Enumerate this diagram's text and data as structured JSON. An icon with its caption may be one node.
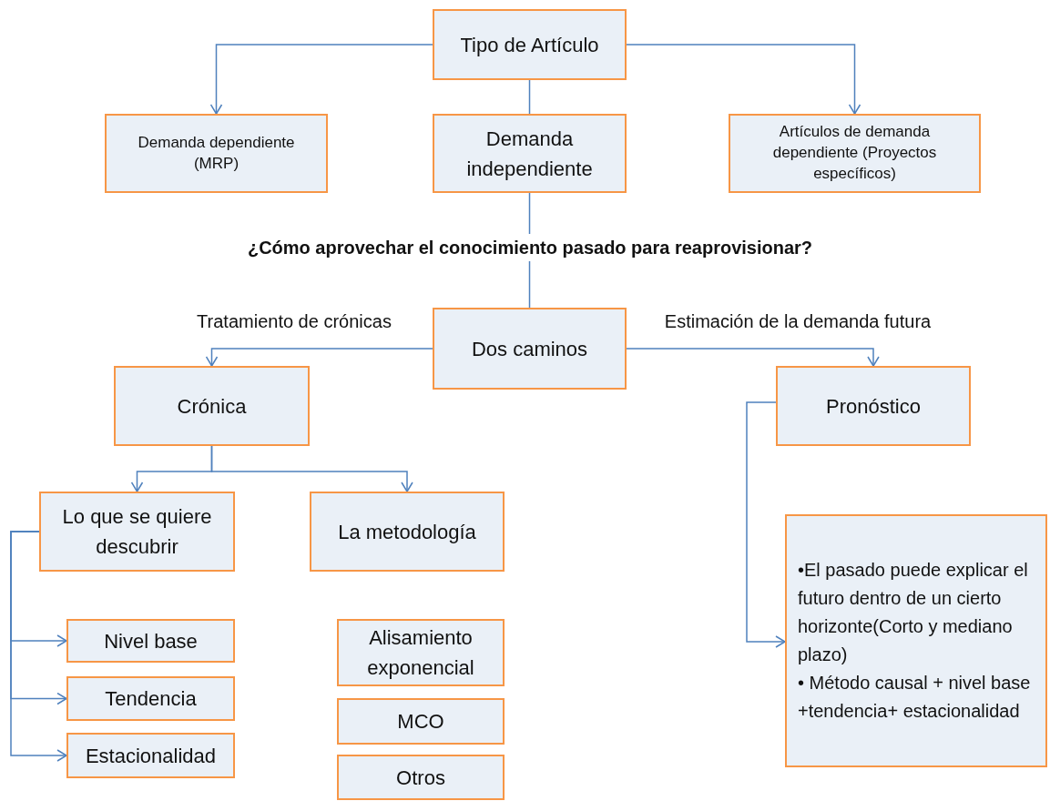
{
  "diagram": {
    "nodes": [
      {
        "text": [
          "Tipo de Artículo"
        ]
      },
      {
        "text": [
          "Demanda dependiente (MRP)"
        ]
      },
      {
        "text": [
          "Demanda independiente"
        ]
      },
      {
        "text": [
          "Artículos de demanda dependiente (Proyectos específicos)"
        ]
      },
      {
        "text": [
          "Dos caminos"
        ]
      },
      {
        "text": [
          "Crónica"
        ]
      },
      {
        "text": [
          "Pronóstico"
        ]
      },
      {
        "text": [
          "Lo que se quiere descubrir"
        ]
      },
      {
        "text": [
          "La metodología"
        ]
      },
      {
        "text": [
          "Nivel base"
        ]
      },
      {
        "text": [
          "Tendencia"
        ]
      },
      {
        "text": [
          "Estacionalidad"
        ]
      },
      {
        "text": [
          "Alisamiento exponencial"
        ]
      },
      {
        "text": [
          "MCO"
        ]
      },
      {
        "text": [
          "Otros"
        ]
      },
      {
        "text": [
          "•El pasado puede explicar el futuro dentro de un cierto horizonte(Corto y mediano plazo)",
          "• Método causal + nivel base +tendencia+ estacionalidad"
        ]
      }
    ],
    "edges": [
      {
        "from": 0,
        "to": 1,
        "arrow": "to"
      },
      {
        "from": 0,
        "to": 3,
        "arrow": "to"
      },
      {
        "from": 0,
        "to": 2,
        "arrow": "none"
      },
      {
        "from": 2,
        "to": 4,
        "arrow": "none",
        "label": "¿Cómo aprovechar el conocimiento pasado para reaprovisionar?"
      },
      {
        "from": 4,
        "to": 5,
        "arrow": "to",
        "label": "Tratamiento de crónicas"
      },
      {
        "from": 4,
        "to": 6,
        "arrow": "to",
        "label": "Estimación de la demanda futura"
      },
      {
        "from": 5,
        "to": 7,
        "arrow": "to"
      },
      {
        "from": 5,
        "to": 8,
        "arrow": "to"
      },
      {
        "from": 7,
        "to": 9,
        "arrow": "to"
      },
      {
        "from": 7,
        "to": 10,
        "arrow": "to"
      },
      {
        "from": 7,
        "to": 11,
        "arrow": "to"
      },
      {
        "from": 6,
        "to": 15,
        "arrow": "to"
      }
    ]
  }
}
